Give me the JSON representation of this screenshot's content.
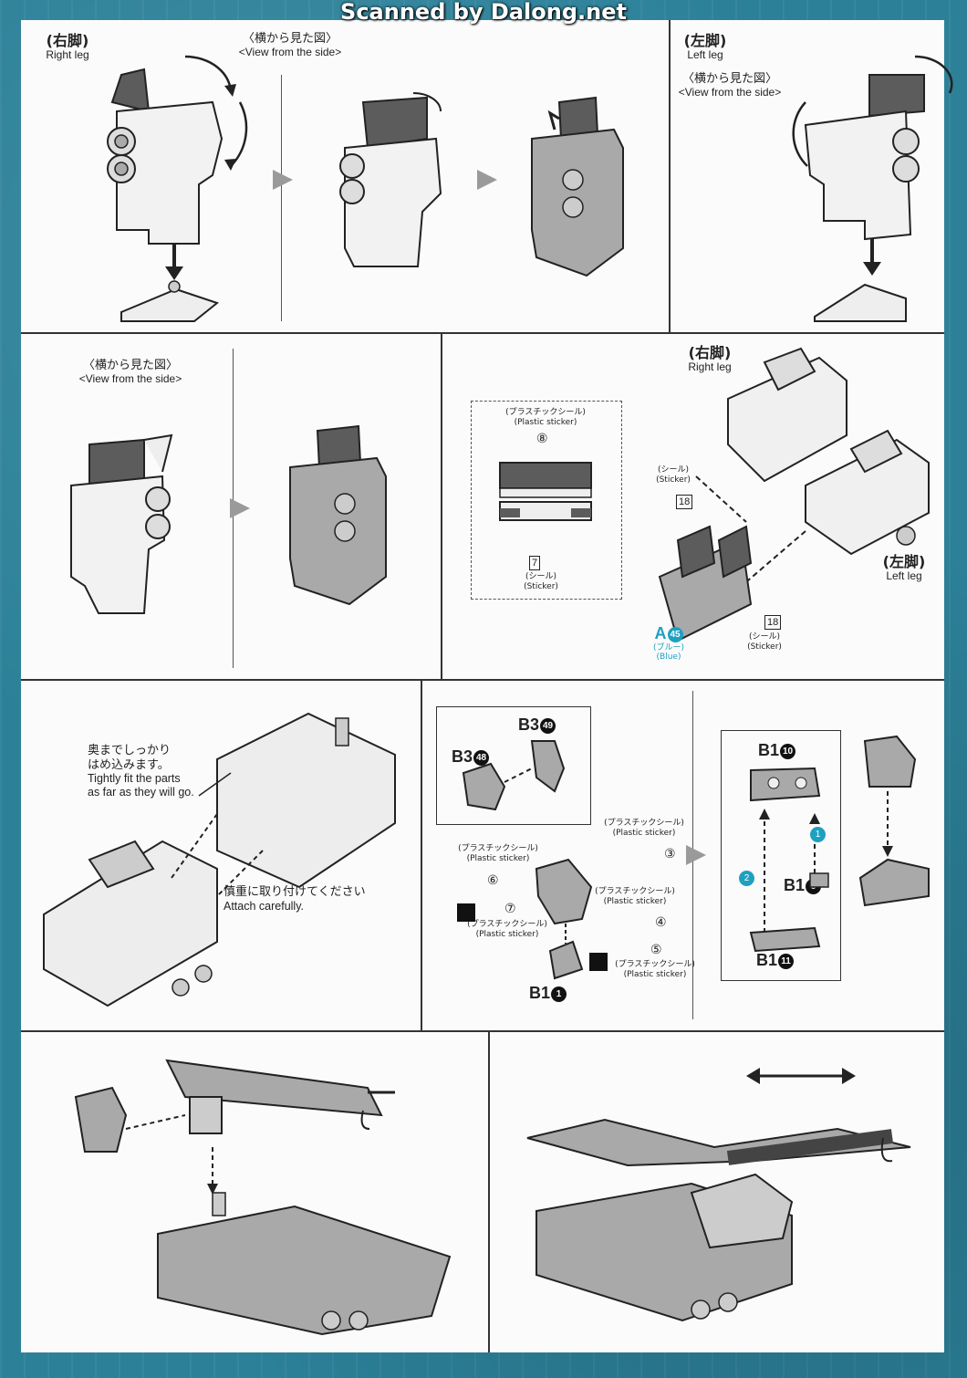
{
  "watermark": "Scanned by Dalong.net",
  "colors": {
    "frame": "#2c8199",
    "accent": "#1ea0c0",
    "part_fill": "#a9a9a9",
    "part_dark": "#5c5c5c"
  },
  "step1": {
    "right_leg_jp": "(右脚)",
    "right_leg_en": "Right leg",
    "side_view_jp": "〈横から見た図〉",
    "side_view_en": "<View from the side>",
    "left_leg_jp": "(左脚)",
    "left_leg_en": "Left leg",
    "left_side_view_jp": "〈横から見た図〉",
    "left_side_view_en": "<View from the side>"
  },
  "step2": {
    "side_view_jp": "〈横から見た図〉",
    "side_view_en": "<View from the side>",
    "inset_sticker_top_jp": "(プラスチックシール)",
    "inset_sticker_top_en": "(Plastic sticker)",
    "inset_sticker_top_no": "⑧",
    "inset_sticker_bottom_no": "7",
    "inset_sticker_bottom_jp": "(シール)",
    "inset_sticker_bottom_en": "(Sticker)",
    "right_leg_jp": "(右脚)",
    "right_leg_en": "Right leg",
    "left_leg_jp": "(左脚)",
    "left_leg_en": "Left leg",
    "sticker18a_jp": "(シール)",
    "sticker18a_en": "(Sticker)",
    "sticker18a_no": "18",
    "sticker18b_no": "18",
    "sticker18b_jp": "(シール)",
    "sticker18b_en": "(Sticker)",
    "part_letter": "A",
    "part_no": "45",
    "part_color_jp": "(ブルー)",
    "part_color_en": "(Blue)"
  },
  "step3": {
    "note1_jp_line1": "奥までしっかり",
    "note1_jp_line2": "はめ込みます。",
    "note1_en_line1": "Tightly fit the parts",
    "note1_en_line2": "as far as they will go.",
    "note2_jp": "慎重に取り付けてください",
    "note2_en": "Attach carefully."
  },
  "step4": {
    "part_b3_49": "B3",
    "part_b3_49_no": "49",
    "part_b3_48": "B3",
    "part_b3_48_no": "48",
    "s3_jp": "(プラスチックシール)",
    "s3_en": "(Plastic sticker)",
    "s3_no": "③",
    "s6_jp": "(プラスチックシール)",
    "s6_en": "(Plastic sticker)",
    "s6_no": "⑥",
    "s4_jp": "(プラスチックシール)",
    "s4_en": "(Plastic sticker)",
    "s4_no": "④",
    "s7_no": "⑦",
    "s7_jp": "(プラスチックシール)",
    "s7_en": "(Plastic sticker)",
    "s5_no": "⑤",
    "s5_jp": "(プラスチックシール)",
    "s5_en": "(Plastic sticker)",
    "part_b1_1": "B1",
    "part_b1_1_no": "1",
    "part_b1_10": "B1",
    "part_b1_10_no": "10",
    "part_b1_8": "B1",
    "part_b1_8_no": "8",
    "part_b1_11": "B1",
    "part_b1_11_no": "11",
    "order1": "1",
    "order2": "2"
  }
}
